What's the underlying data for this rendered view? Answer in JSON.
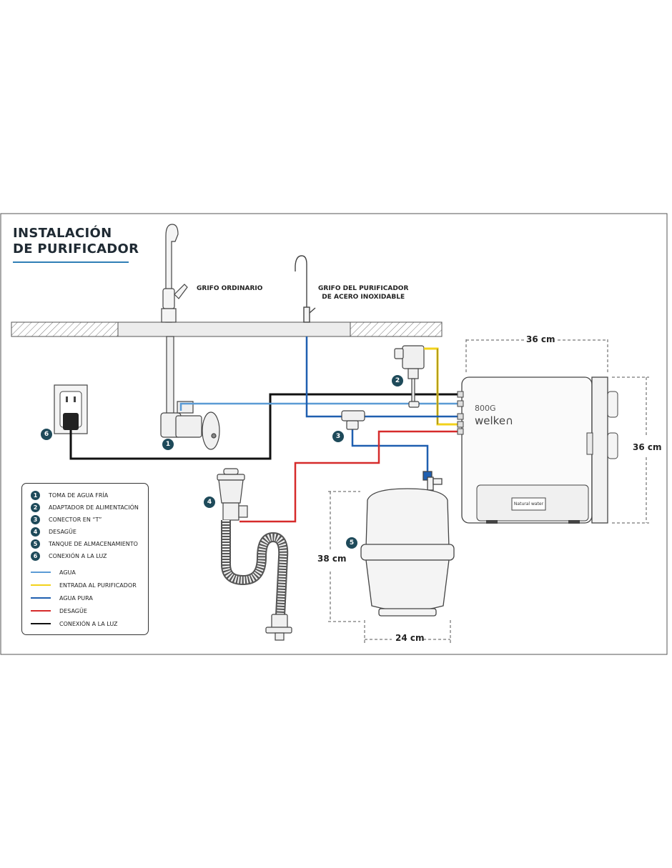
{
  "title": {
    "line1": "INSTALACIÓN",
    "line2": "DE PURIFICADOR"
  },
  "labels": {
    "grifo_ordinario": "GRIFO ORDINARIO",
    "grifo_purificador_1": "GRIFO DEL PURIFICADOR",
    "grifo_purificador_2": "DE ACERO INOXIDABLE"
  },
  "dimensions": {
    "unit_width": "36 cm",
    "unit_height": "36 cm",
    "tank_height": "38 cm",
    "tank_width": "24 cm"
  },
  "unit": {
    "model": "800G",
    "brand": "welke∩",
    "plate": "Natural water"
  },
  "badges": [
    "1",
    "2",
    "3",
    "4",
    "5",
    "6"
  ],
  "legend": {
    "items": [
      {
        "num": "1",
        "text": "TOMA DE AGUA FRÍA"
      },
      {
        "num": "2",
        "text": "ADAPTADOR DE ALIMENTACIÓN"
      },
      {
        "num": "3",
        "text": "CONECTOR EN “T”"
      },
      {
        "num": "4",
        "text": "DESAGÜE"
      },
      {
        "num": "5",
        "text": "TANQUE DE ALMACENAMIENTO"
      },
      {
        "num": "6",
        "text": "CONEXIÓN A LA LUZ"
      }
    ],
    "lines": [
      {
        "text": "AGUA",
        "color": "#5b9bd5"
      },
      {
        "text": "ENTRADA AL PURIFICADOR",
        "color": "#f2d21b"
      },
      {
        "text": "AGUA PURA",
        "color": "#1f5fb0"
      },
      {
        "text": "DESAGÜE",
        "color": "#d62b2b"
      },
      {
        "text": "CONEXIÓN A LA LUZ",
        "color": "#111111"
      }
    ]
  },
  "colors": {
    "water": "#5b9bd5",
    "inlet": "#f2d21b",
    "pure_water": "#1f5fb0",
    "drain": "#d62b2b",
    "power": "#111111",
    "accent": "#2f7fb6",
    "badge": "#1e4a5a"
  }
}
